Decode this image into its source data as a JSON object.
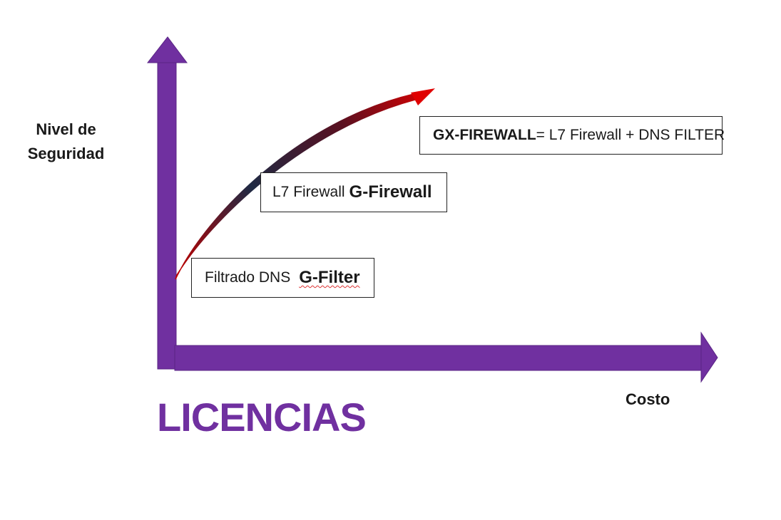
{
  "axes": {
    "y_label_line1": "Nivel de",
    "y_label_line2": "Seguridad",
    "x_label": "Costo"
  },
  "footer": {
    "title": "LICENCIAS"
  },
  "boxes": [
    {
      "prefix": "Filtrado DNS",
      "name": "G-Filter",
      "suffix": ""
    },
    {
      "prefix": "L7 Firewall",
      "name": "G-Firewall",
      "suffix": ""
    },
    {
      "prefix": "",
      "name": "GX-FIREWALL",
      "suffix": "= L7 Firewall + DNS FILTER"
    }
  ],
  "colors": {
    "axis": "#7030a0",
    "curve_start": "#c00000",
    "curve_end": "#e00000",
    "curve_mid": "#1f2a44",
    "title": "#7030a0"
  }
}
